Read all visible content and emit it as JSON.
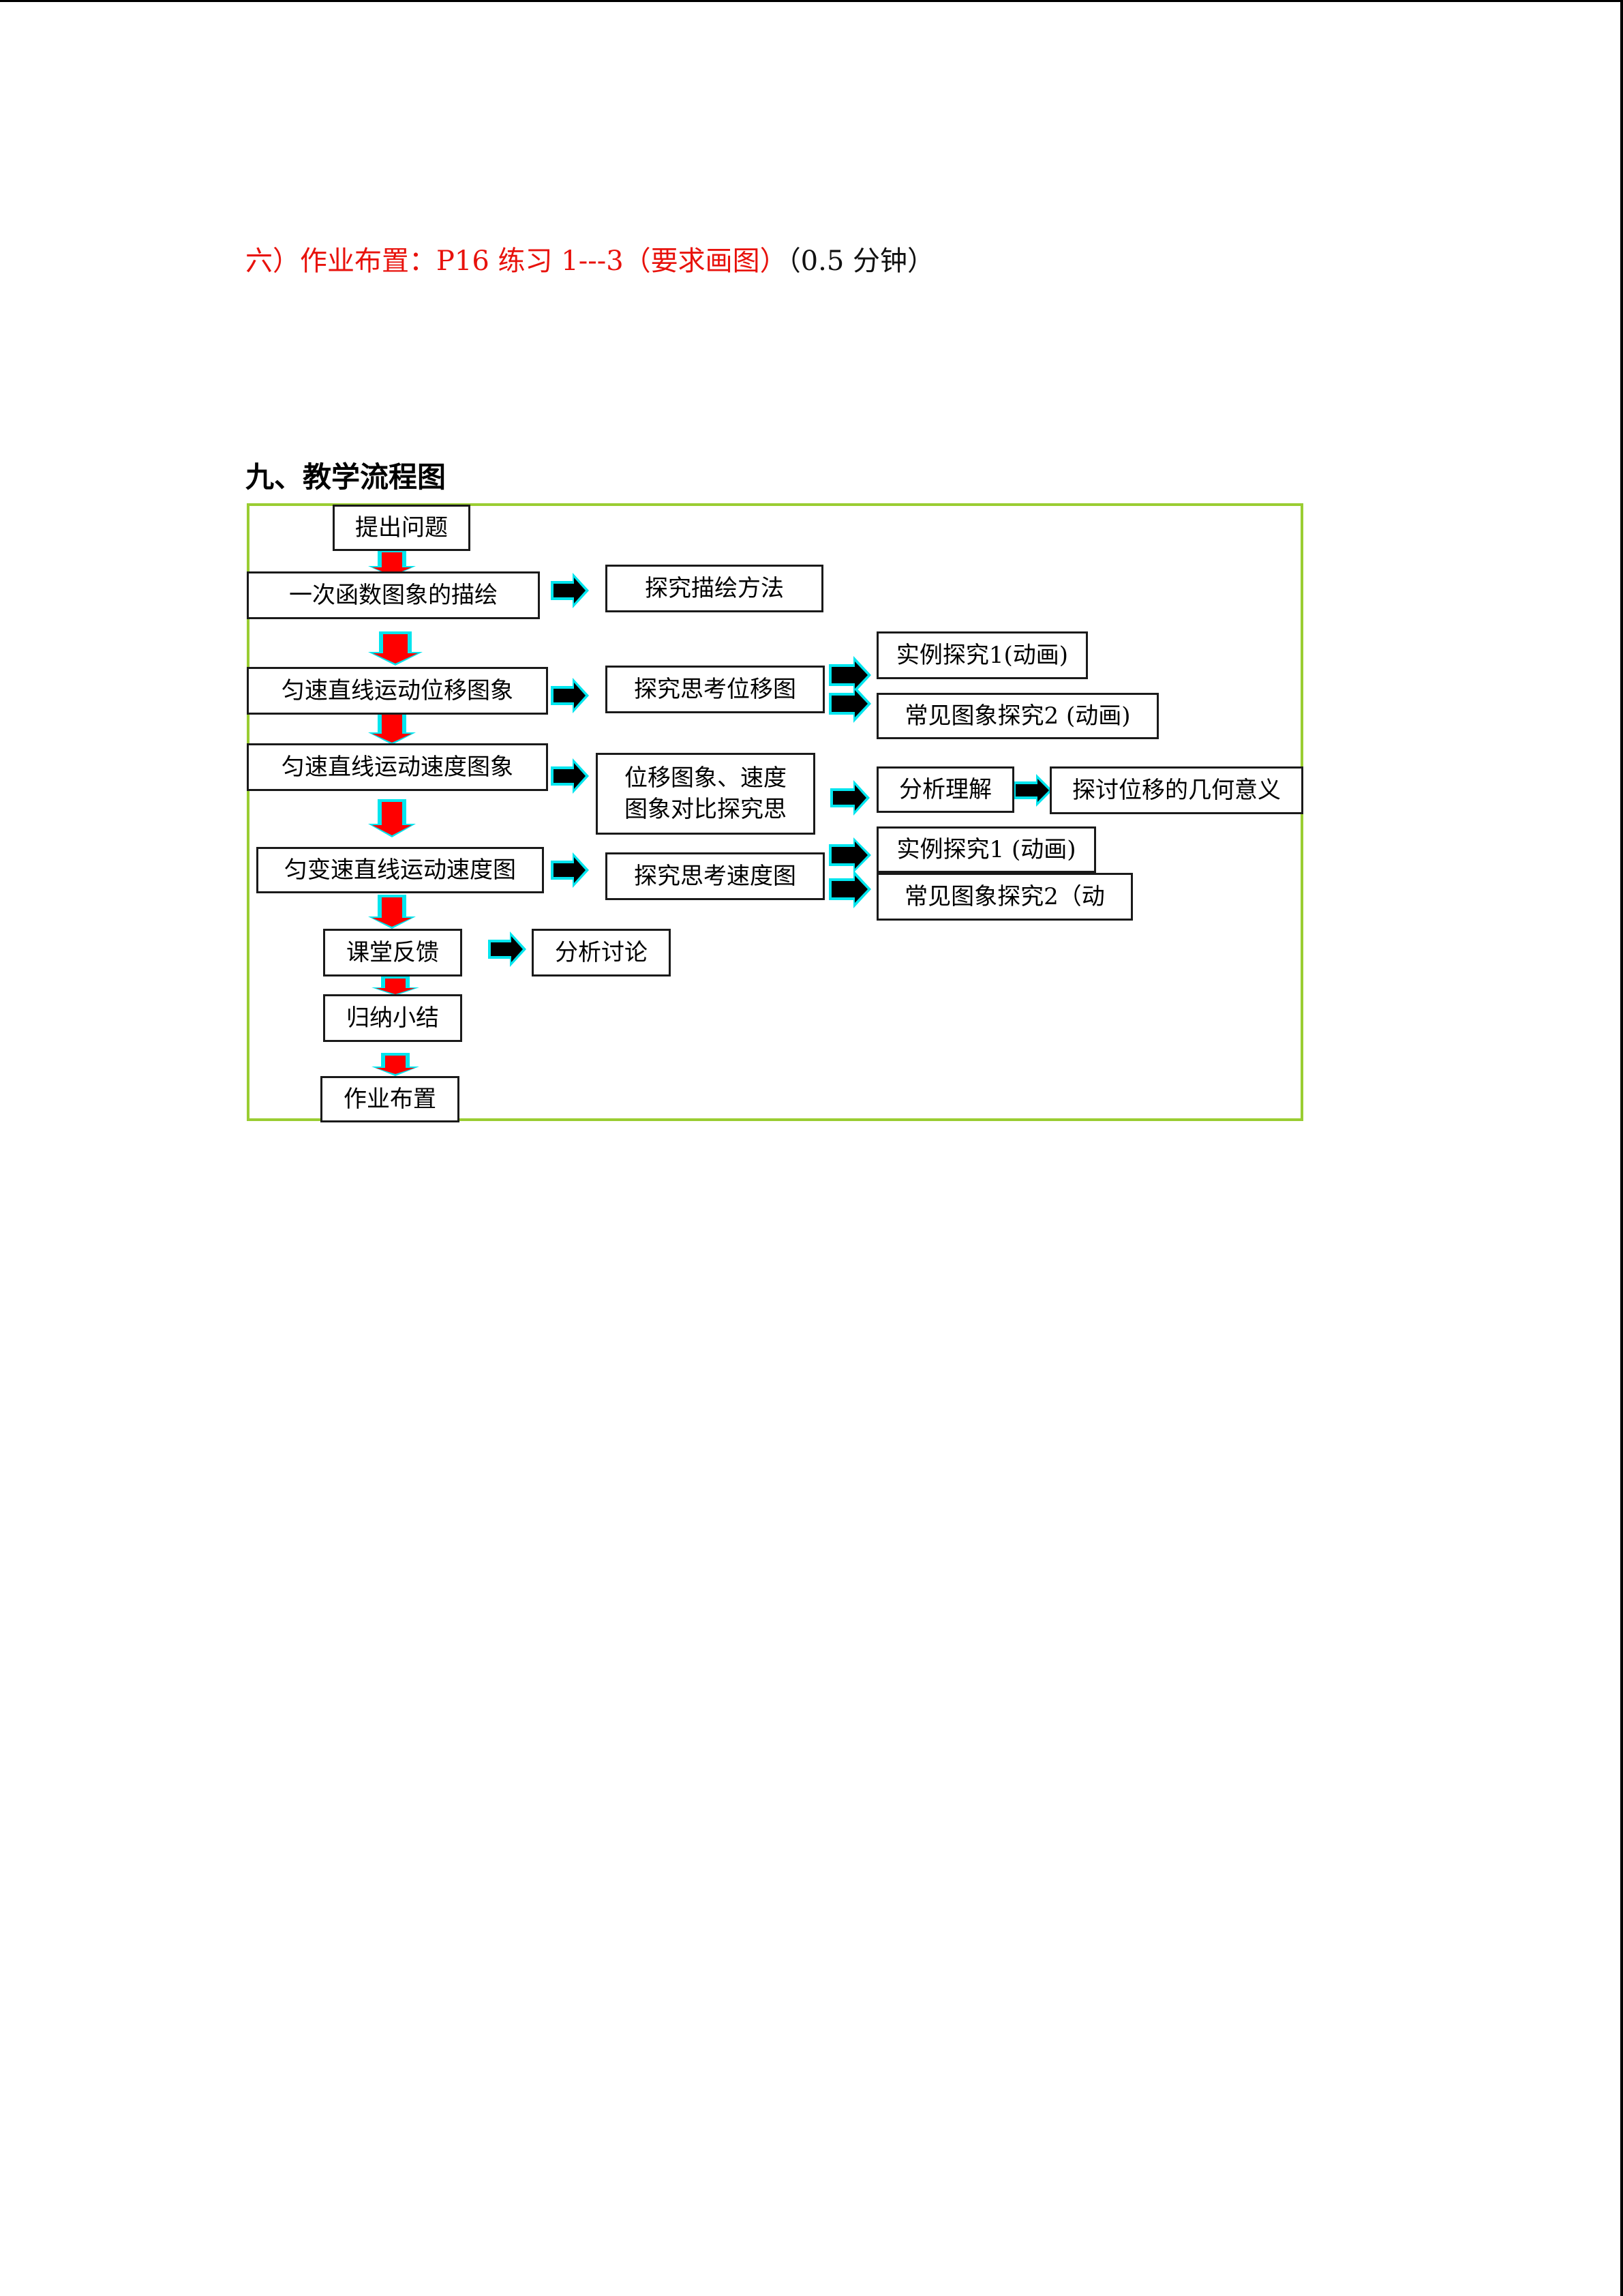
{
  "homework": {
    "red_text": "六）作业布置：P16 练习 1---3（要求画图）",
    "black_text": "（0.5 分钟）"
  },
  "section_title": "九、教学流程图",
  "flowchart": {
    "nodes": {
      "pose_question": "提出问题",
      "linear_func_graph": "一次函数图象的描绘",
      "explore_method": "探究描绘方法",
      "uniform_disp_graph": "匀速直线运动位移图象",
      "explore_disp_graph": "探究思考位移图",
      "example_1_anim": "实例探究1(动画)",
      "common_graph_2_anim": "常见图象探究2 (动画)",
      "uniform_vel_graph": "匀速直线运动速度图象",
      "compare_line1": "位移图象、速度",
      "compare_line2": "图象对比探究思",
      "analyze_understand": "分析理解",
      "discuss_geometry": "探讨位移的几何意义",
      "accel_vel_graph": "匀变速直线运动速度图",
      "explore_vel_graph": "探究思考速度图",
      "example_1_anim_b": "实例探究1 (动画)",
      "common_graph_2_b": "常见图象探究2（动",
      "class_feedback": "课堂反馈",
      "analyze_discuss": "分析讨论",
      "summary": "归纳小结",
      "homework_node": "作业布置"
    },
    "colors": {
      "frame": "#9acd32",
      "down_arrow_fill": "#ff0000",
      "arrow_glow": "#00e5ee",
      "right_arrow_fill": "#000000"
    }
  }
}
